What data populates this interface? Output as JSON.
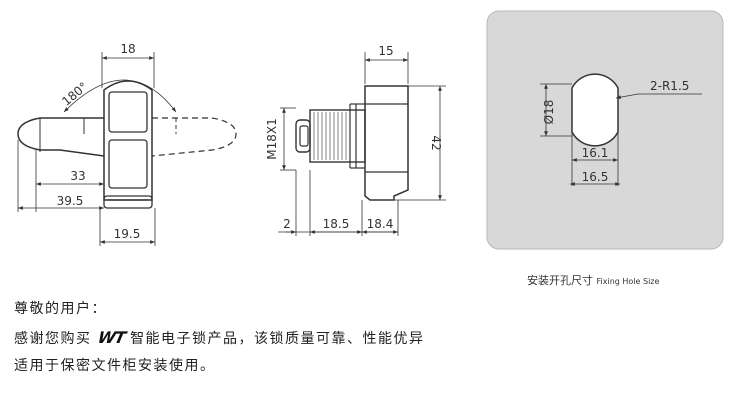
{
  "drawing": {
    "view1": {
      "width_dim": "18",
      "angle_dim": "180°",
      "dim_33": "33",
      "dim_39_5": "39.5",
      "dim_19_5": "19.5"
    },
    "view2": {
      "dim_15": "15",
      "dim_42": "42",
      "thread": "M18X1",
      "dim_2": "2",
      "dim_18_5": "18.5",
      "dim_18_4": "18.4"
    },
    "hole": {
      "dia": "Ø18",
      "radius": "2-R1.5",
      "dim_16_1": "16.1",
      "dim_16_5": "16.5",
      "caption_cn": "安装开孔尺寸",
      "caption_en": "Fixing Hole Size"
    }
  },
  "text": {
    "greeting": "尊敬的用户：",
    "line1_before": "感谢您购买",
    "brand": "WT",
    "line1_after": "智能电子锁产品，该锁质量可靠、性能优异",
    "line2": "适用于保密文件柜安装使用。"
  }
}
